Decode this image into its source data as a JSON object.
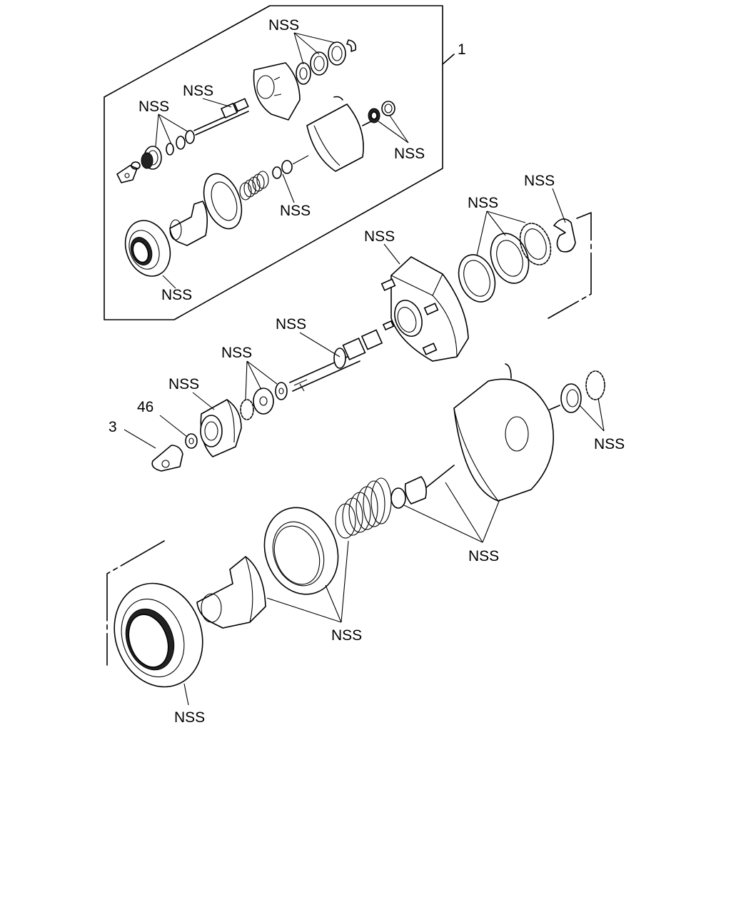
{
  "callouts": {
    "inset_ref": "1",
    "inset_top_right": "NSS",
    "inset_shaft": "NSS",
    "inset_small_parts": "NSS",
    "inset_washers_right": "NSS",
    "inset_spring_right": "NSS",
    "inset_bearing": "NSS",
    "clip": "NSS",
    "snapring_group": "NSS",
    "housing": "NSS",
    "valve_shaft": "NSS",
    "mid_washers": "NSS",
    "piston": "NSS",
    "washer_ref": "46",
    "bracket_ref": "3",
    "front_cap_group": "NSS",
    "rod_group": "NSS",
    "diaphragm_group": "NSS",
    "seal_bearing": "NSS"
  }
}
